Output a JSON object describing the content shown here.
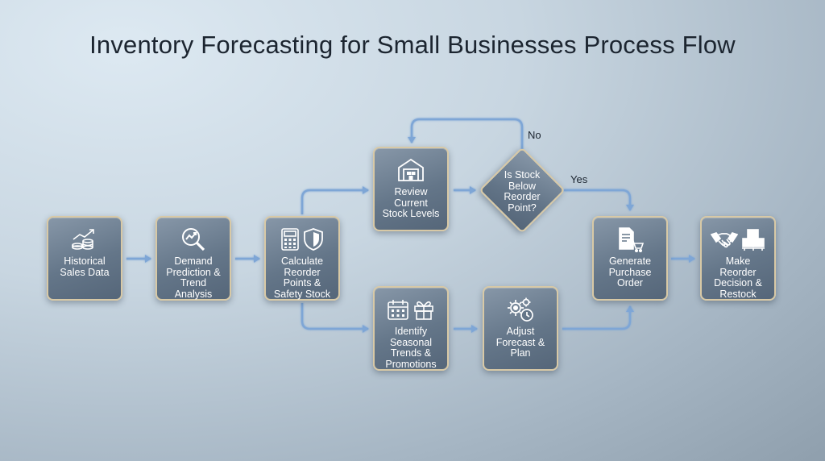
{
  "title": "Inventory Forecasting for Small Businesses Process Flow",
  "colors": {
    "box": "#647689",
    "border": "#d8c9a6",
    "arrow": "#7ea6d6"
  },
  "nodes": {
    "historical": {
      "label": "Historical\nSales Data",
      "icon": "coins-chart-icon"
    },
    "demand": {
      "label": "Demand\nPrediction &\nTrend\nAnalysis",
      "icon": "magnifier-trend-icon"
    },
    "calculate": {
      "label": "Calculate\nReorder\nPoints &\nSafety Stock",
      "icons": [
        "calculator-icon",
        "shield-icon"
      ]
    },
    "review": {
      "label": "Review\nCurrent\nStock Levels",
      "icon": "warehouse-icon"
    },
    "decision": {
      "label": "Is Stock\nBelow\nReorder\nPoint?"
    },
    "seasonal": {
      "label": "Identify\nSeasonal\nTrends &\nPromotions",
      "icons": [
        "calendar-icon",
        "gift-icon"
      ]
    },
    "adjust": {
      "label": "Adjust\nForecast &\nPlan",
      "icon": "gears-clock-icon"
    },
    "purchase": {
      "label": "Generate\nPurchase\nOrder",
      "icon": "document-cart-icon"
    },
    "restock": {
      "label": "Make\nReorder\nDecision &\nRestock",
      "icons": [
        "handshake-icon",
        "boxes-icon"
      ]
    }
  },
  "edge_labels": {
    "no": "No",
    "yes": "Yes"
  }
}
